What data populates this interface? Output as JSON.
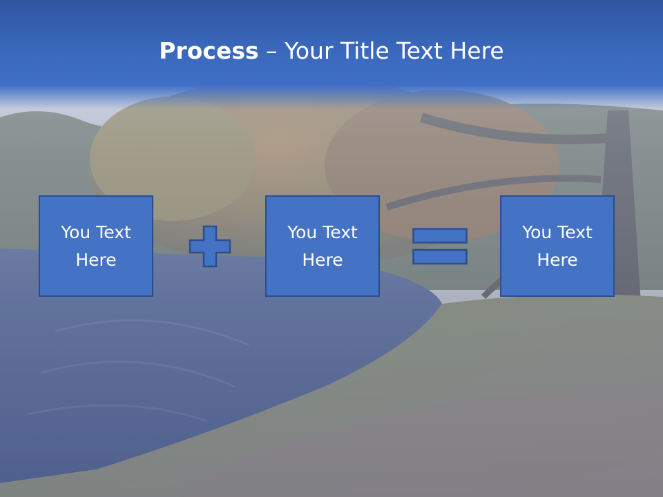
{
  "slide": {
    "title_bold": "Process",
    "title_sep": " – ",
    "title_rest": "Your Title Text Here"
  },
  "boxes": [
    {
      "line1": "You Text",
      "line2": "Here"
    },
    {
      "line1": "You Text",
      "line2": "Here"
    },
    {
      "line1": "You Text",
      "line2": "Here"
    }
  ],
  "operators": {
    "first": "plus-icon",
    "second": "equals-icon"
  },
  "colors": {
    "title_bar": "#3a68bc",
    "box_fill": "#4472c4",
    "box_border": "#2a4e8c",
    "text": "#ffffff"
  }
}
